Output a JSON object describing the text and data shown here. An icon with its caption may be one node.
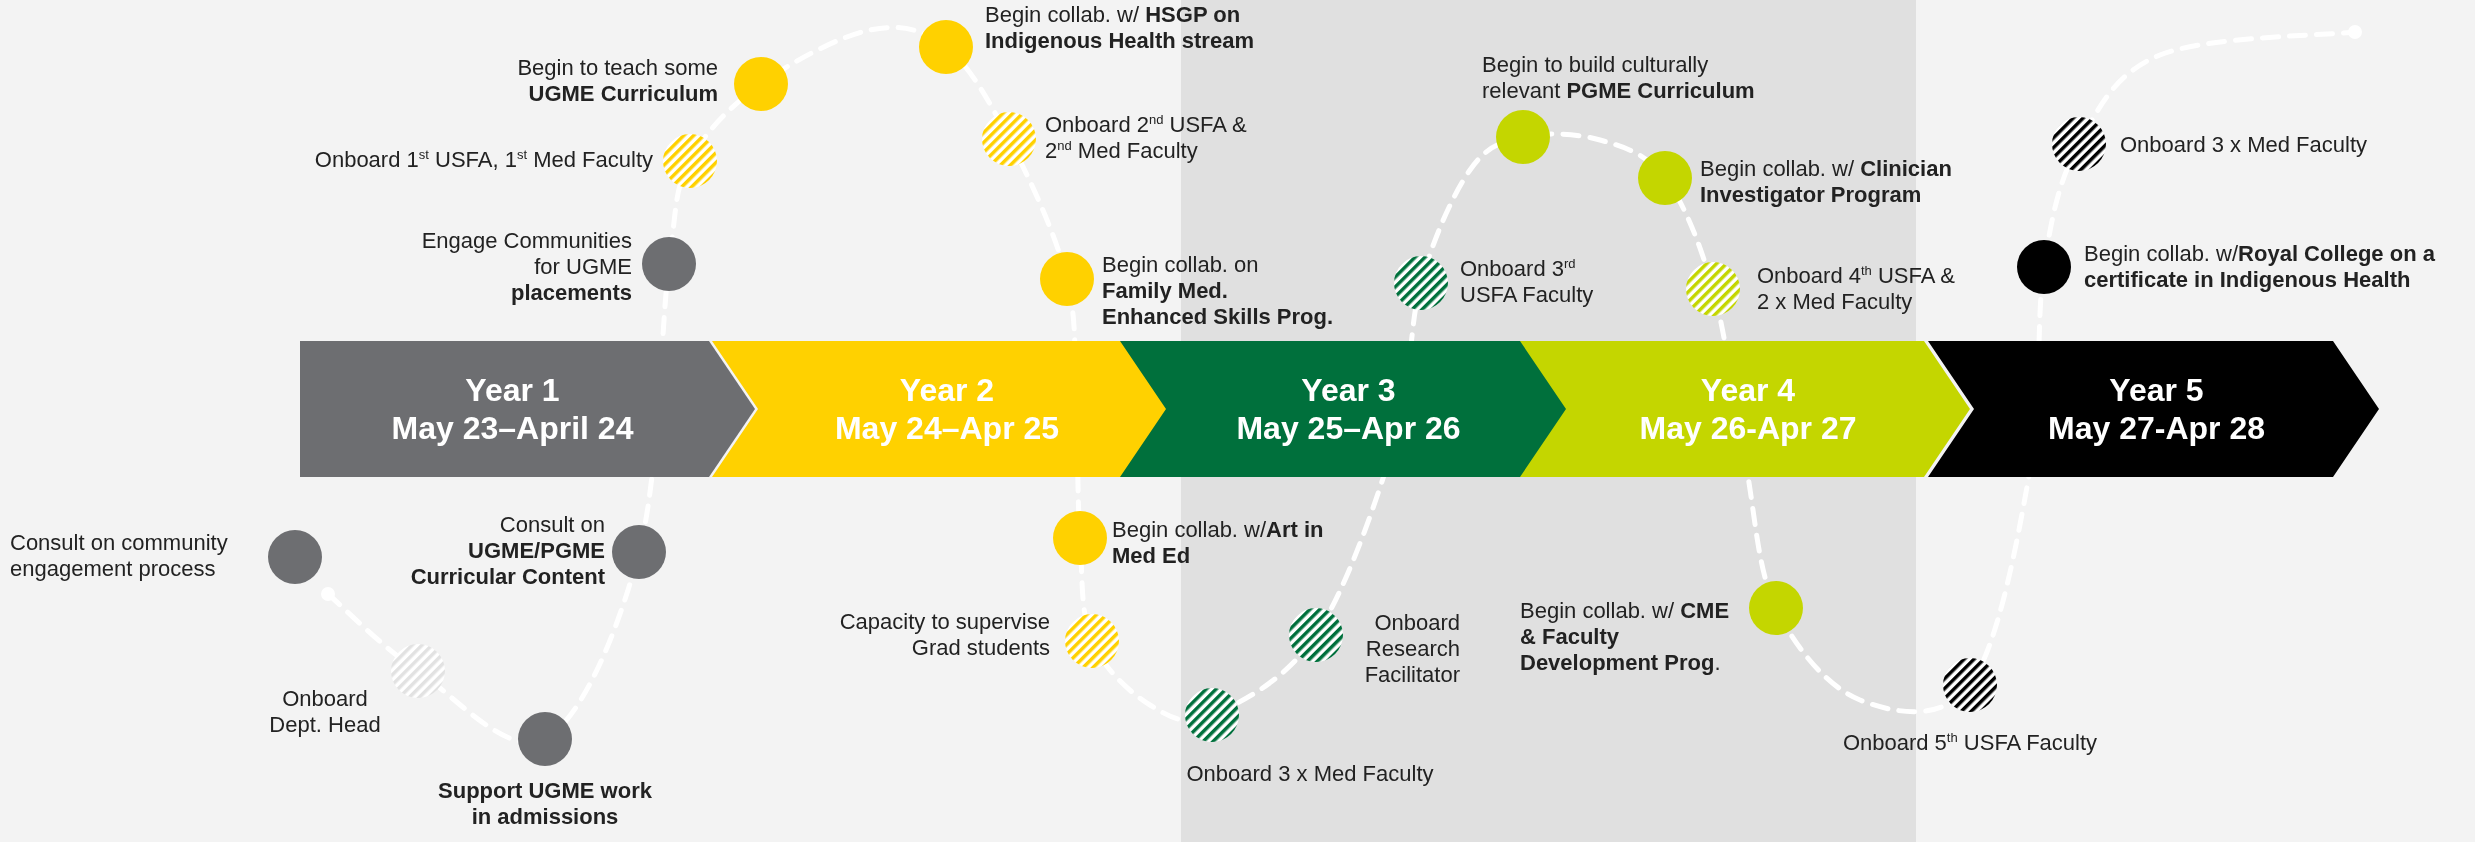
{
  "diagram": {
    "nodes": [
      {
        "text": [
          "Year 1",
          "May 23–April 24"
        ]
      },
      {
        "text": [
          "Year 2",
          "May 24–Apr 25"
        ]
      },
      {
        "text": [
          "Year 3",
          "May 25–Apr 26"
        ]
      },
      {
        "text": [
          "Year 4",
          "May 26-Apr 27"
        ]
      },
      {
        "text": [
          "Year 5",
          "May 27-Apr 28"
        ]
      },
      {
        "text": [],
        "shape": "circle",
        "beside": [
          "Consult on community engagement process"
        ]
      },
      {
        "text": [],
        "shape": "circle",
        "beside": [
          "Onboard Dept. Head"
        ]
      },
      {
        "text": [],
        "shape": "circle",
        "beside": [
          "Support UGME work in admissions"
        ]
      },
      {
        "text": [],
        "shape": "circle",
        "beside": [
          "Consult on **UGME/PGME Curricular Content**"
        ]
      },
      {
        "text": [],
        "shape": "circle",
        "beside": [
          "Engage Communities for UGME **placements**"
        ]
      },
      {
        "text": [],
        "shape": "circle",
        "beside": [
          "Onboard 1$^{st}$ USFA, 1$^{st}$ Med Faculty"
        ]
      },
      {
        "text": [],
        "shape": "circle",
        "beside": [
          "Begin to teach some **UGME Curriculum**"
        ]
      },
      {
        "text": [],
        "shape": "circle",
        "beside": [
          "Begin collab. w/ **HSGP on Indigenous Health stream**"
        ]
      },
      {
        "text": [],
        "shape": "circle",
        "beside": [
          "Onboard 2$^{nd}$ USFA & 2$^{nd}$ Med Faculty"
        ]
      },
      {
        "text": [],
        "shape": "circle",
        "beside": [
          "Begin collab. on **Family Med. Enhanced Skills Prog.**"
        ]
      },
      {
        "text": [],
        "shape": "circle",
        "beside": [
          "Begin collab. w/**Art in Med Ed**"
        ]
      },
      {
        "text": [],
        "shape": "circle",
        "beside": [
          "Capacity to supervise Grad students"
        ]
      },
      {
        "text": [],
        "shape": "circle",
        "beside": [
          "Onboard 3 x Med Faculty"
        ]
      },
      {
        "text": [],
        "shape": "circle",
        "beside": [
          "Onboard Research Facilitator"
        ]
      },
      {
        "text": [],
        "shape": "circle",
        "beside": [
          "Onboard 3$^{rd}$ USFA Faculty"
        ]
      },
      {
        "text": [],
        "shape": "circle",
        "beside": [
          "Begin to build culturally relevant **PGME Curriculum**"
        ]
      },
      {
        "text": [],
        "shape": "circle",
        "beside": [
          "Begin collab. w/ **Clinician Investigator Program**"
        ]
      },
      {
        "text": [],
        "shape": "circle",
        "beside": [
          "Onboard 4$^{th}$ USFA & 2 x Med Faculty"
        ]
      },
      {
        "text": [],
        "shape": "circle",
        "beside": [
          "Begin collab. w/ **CME & Faculty Development Prog**."
        ]
      },
      {
        "text": [],
        "shape": "circle",
        "beside": [
          "Onboard 5$^{th}$ USFA Faculty"
        ]
      },
      {
        "text": [],
        "shape": "circle",
        "beside": [
          "Begin collab. w/**Royal College on a certificate in Indigenous Health**"
        ]
      },
      {
        "text": [],
        "shape": "circle",
        "beside": [
          "Onboard 3 x Med Faculty"
        ]
      }
    ]
  }
}
